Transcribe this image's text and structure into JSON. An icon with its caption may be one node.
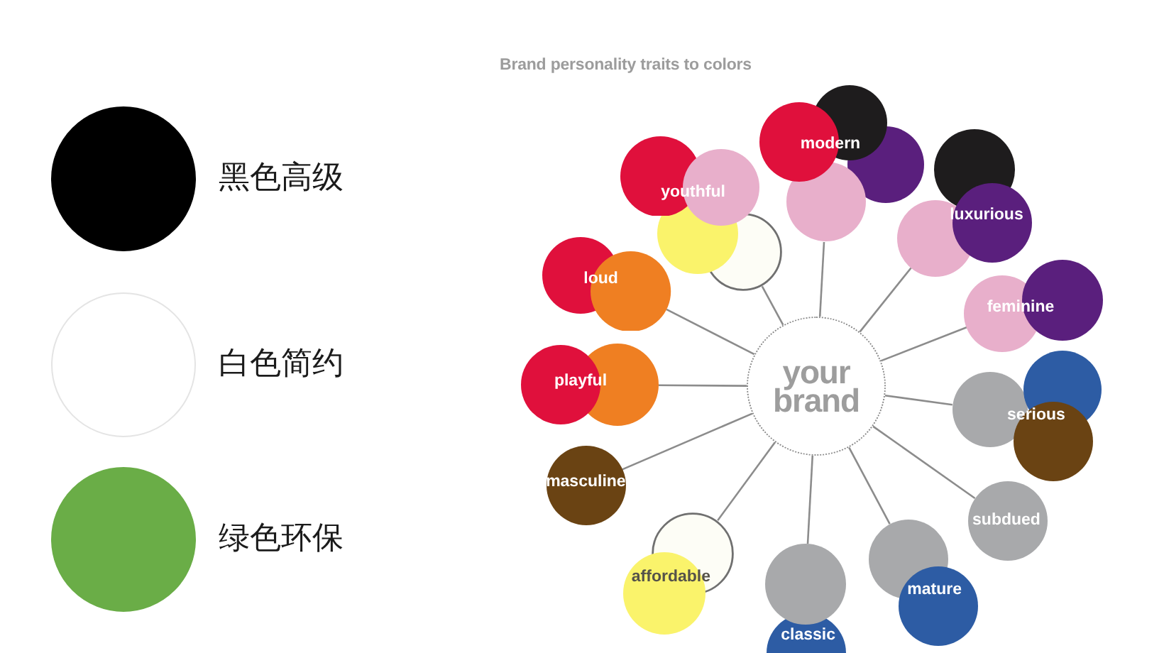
{
  "diagram": {
    "title": "Brand personality traits to colors",
    "nodes": [
      {
        "text": [
          "your brand"
        ]
      },
      {
        "text": [
          "modern"
        ]
      },
      {
        "text": [
          "luxurious"
        ]
      },
      {
        "text": [
          "feminine"
        ]
      },
      {
        "text": [
          "serious"
        ]
      },
      {
        "text": [
          "subdued"
        ]
      },
      {
        "text": [
          "mature"
        ]
      },
      {
        "text": [
          "classic"
        ]
      },
      {
        "text": [
          "affordable"
        ]
      },
      {
        "text": [
          "masculine"
        ]
      },
      {
        "text": [
          "playful"
        ]
      },
      {
        "text": [
          "loud"
        ]
      },
      {
        "text": [
          "youthful"
        ]
      }
    ],
    "edges": [
      {
        "from": 0,
        "to": 1,
        "arrow": "none"
      },
      {
        "from": 0,
        "to": 2,
        "arrow": "none"
      },
      {
        "from": 0,
        "to": 3,
        "arrow": "none"
      },
      {
        "from": 0,
        "to": 4,
        "arrow": "none"
      },
      {
        "from": 0,
        "to": 5,
        "arrow": "none"
      },
      {
        "from": 0,
        "to": 6,
        "arrow": "none"
      },
      {
        "from": 0,
        "to": 7,
        "arrow": "none"
      },
      {
        "from": 0,
        "to": 8,
        "arrow": "none"
      },
      {
        "from": 0,
        "to": 9,
        "arrow": "none"
      },
      {
        "from": 0,
        "to": 10,
        "arrow": "none"
      },
      {
        "from": 0,
        "to": 11,
        "arrow": "none"
      },
      {
        "from": 0,
        "to": 12,
        "arrow": "none"
      }
    ],
    "legend": [
      {
        "text": "黑色高级",
        "color": "#000000"
      },
      {
        "text": "白色简约",
        "color": "#ffffff"
      },
      {
        "text": "绿色环保",
        "color": "#6aad47"
      }
    ]
  }
}
